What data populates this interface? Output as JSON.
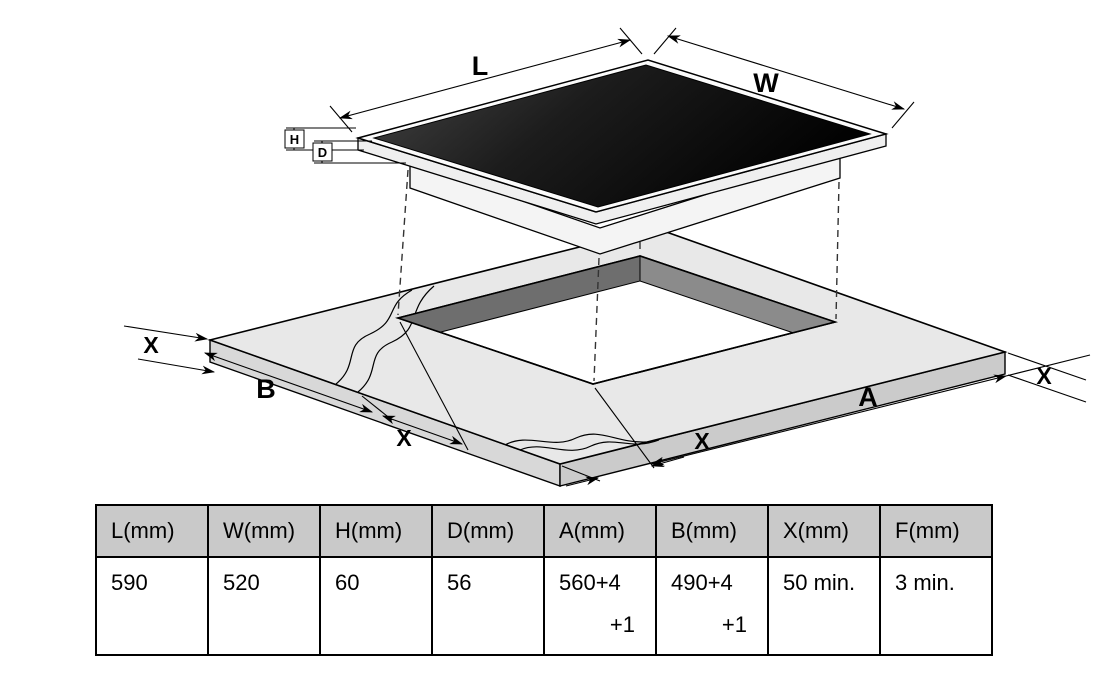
{
  "diagram": {
    "labels": {
      "L": "L",
      "W": "W",
      "H": "H",
      "D": "D",
      "B": "B",
      "A": "A",
      "X_left": "X",
      "X_bottom_left": "X",
      "X_bottom_center": "X",
      "X_right": "X"
    }
  },
  "table": {
    "headers": [
      "L(mm)",
      "W(mm)",
      "H(mm)",
      "D(mm)",
      "A(mm)",
      "B(mm)",
      "X(mm)",
      "F(mm)"
    ],
    "rows": [
      {
        "line1": "590",
        "line2": ""
      },
      {
        "line1": "520",
        "line2": ""
      },
      {
        "line1": "60",
        "line2": ""
      },
      {
        "line1": "56",
        "line2": ""
      },
      {
        "line1": "560+4",
        "line2": "+1"
      },
      {
        "line1": "490+4",
        "line2": "+1"
      },
      {
        "line1": "50 min.",
        "line2": ""
      },
      {
        "line1": "3 min.",
        "line2": ""
      }
    ]
  },
  "colors": {
    "header_bg": "#c9c9c9",
    "worktop_fill": "#e8e8e8",
    "cutout_wall_dark": "#6e6e6e",
    "glass_dark": "#0a0a0a"
  }
}
